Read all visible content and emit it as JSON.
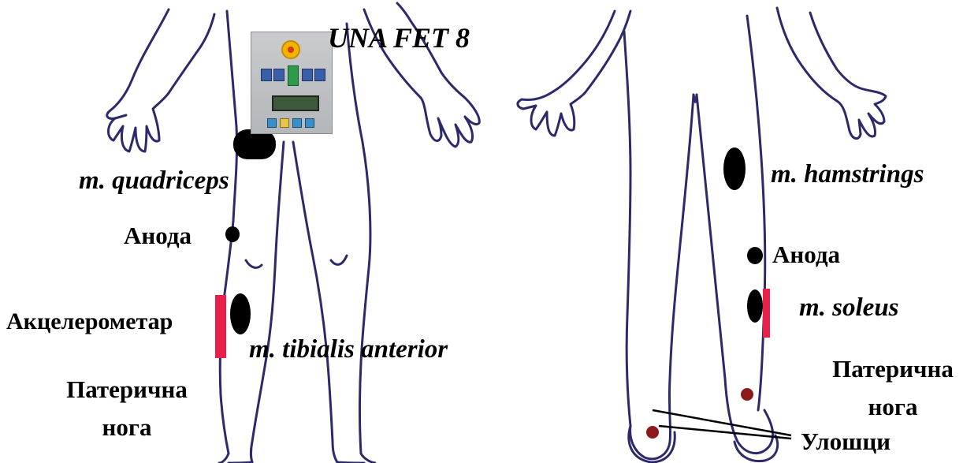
{
  "labels": {
    "device": "UNA FET 8",
    "quadriceps": "m. quadriceps",
    "anode_left": "Анода",
    "accelerometer": "Акцелерометар",
    "tibialis": "m. tibialis anterior",
    "paretic_left_line1": "Патерична",
    "paretic_left_line2": "нога",
    "hamstrings": "m. hamstrings",
    "anode_right": "Анода",
    "soleus": "m. soleus",
    "paretic_right_line1": "Патерична",
    "paretic_right_line2": "нога",
    "insoles": "Улошци"
  },
  "colors": {
    "outline": "#2d2a6b",
    "electrode": "#000000",
    "accelerometer": "#e8204a",
    "insole_sensor": "#8b1a1a"
  }
}
